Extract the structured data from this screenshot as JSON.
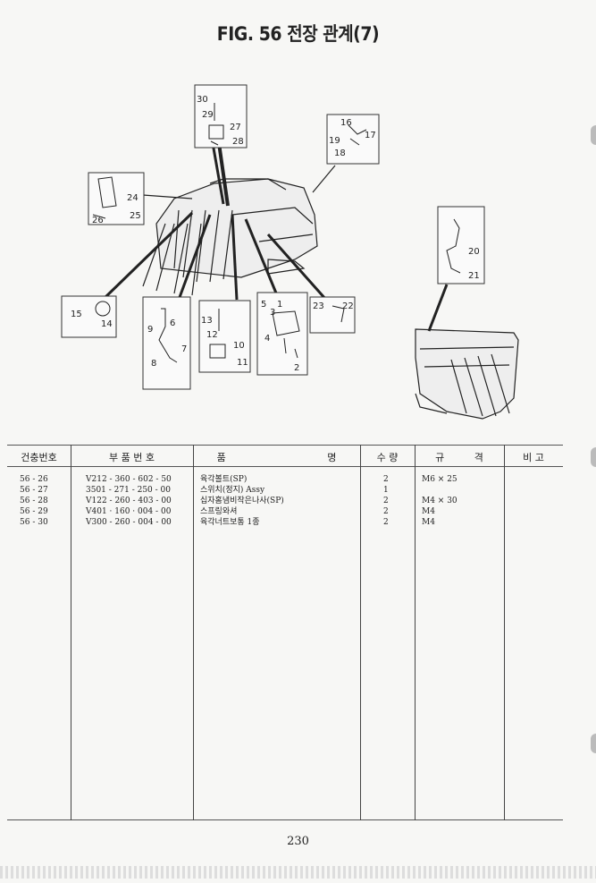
{
  "figure": {
    "title": "FIG. 56 전장 관계(7)",
    "callouts": [
      "1",
      "2",
      "3",
      "4",
      "5",
      "6",
      "7",
      "8",
      "9",
      "10",
      "11",
      "12",
      "13",
      "14",
      "15",
      "16",
      "17",
      "18",
      "19",
      "20",
      "21",
      "22",
      "23",
      "24",
      "25",
      "26",
      "27",
      "28",
      "29",
      "30"
    ]
  },
  "table": {
    "headers": {
      "index": "건충번호",
      "part_no": "부 품 번 호",
      "name": "품 명",
      "qty": "수 량",
      "spec": "규 격",
      "remark": "비 고"
    },
    "rows": [
      {
        "index": "56 - 26",
        "part_no": "V212 - 360 - 602 - 50",
        "name": "육각볼트(SP)",
        "qty": "2",
        "spec": "M6 × 25"
      },
      {
        "index": "56 - 27",
        "part_no": "3501 - 271 - 250 - 00",
        "name": "스위치(정지) Assy",
        "qty": "1",
        "spec": ""
      },
      {
        "index": "56 - 28",
        "part_no": "V122 - 260 - 403 - 00",
        "name": "십자홈냄비작은나사(SP)",
        "qty": "2",
        "spec": "M4 × 30"
      },
      {
        "index": "56 - 29",
        "part_no": "V401 · 160 · 004 - 00",
        "name": "스프링와셔",
        "qty": "2",
        "spec": "M4"
      },
      {
        "index": "56 - 30",
        "part_no": "V300 - 260 - 004 - 00",
        "name": "육각너트보통 1종",
        "qty": "2",
        "spec": "M4"
      }
    ]
  },
  "page_number": "230"
}
